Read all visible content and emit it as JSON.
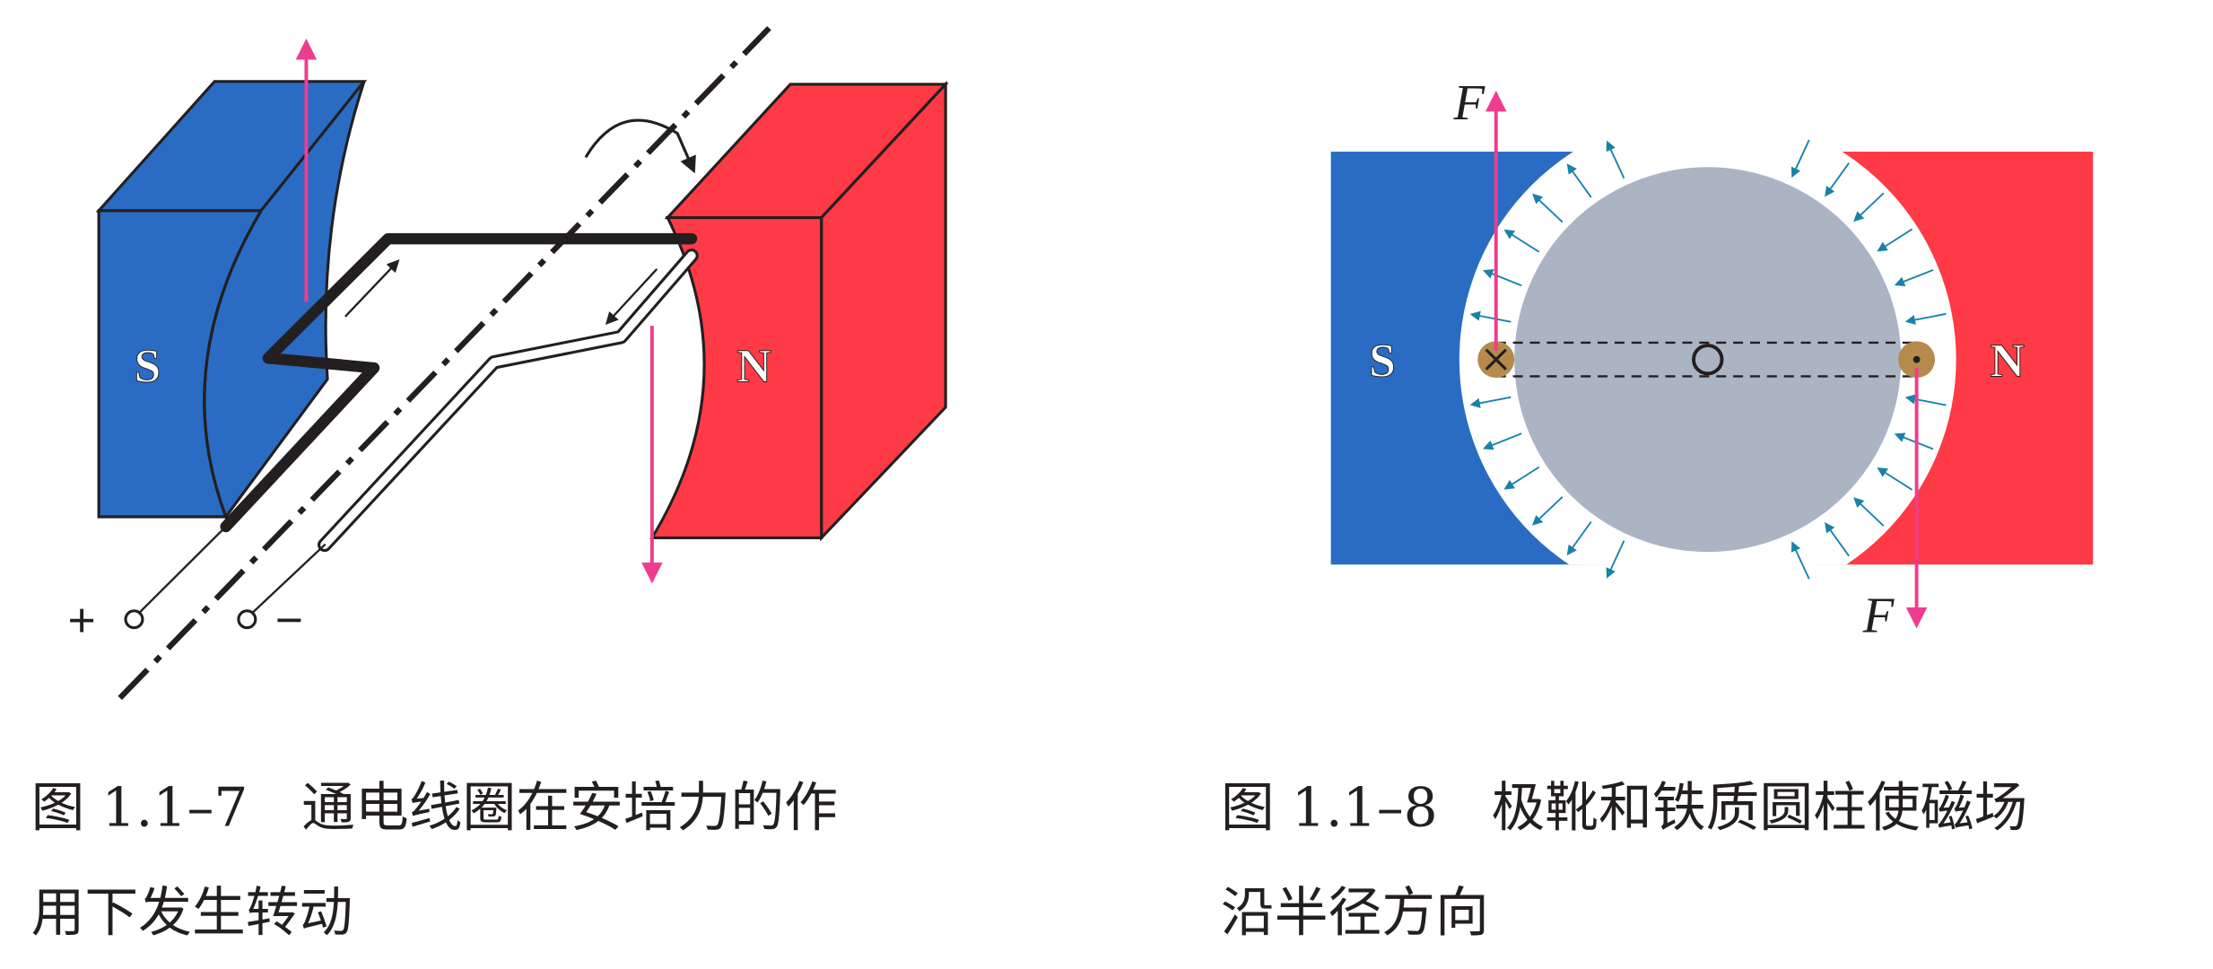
{
  "colors": {
    "south_pole": "#2a6cc4",
    "north_pole": "#fd3a45",
    "force_arrow": "#ee3d8f",
    "field_arrow": "#1a82a8",
    "iron_cylinder": "#aab4c2",
    "conductor": "#b58a4c"
  },
  "figure1": {
    "south_label": "S",
    "north_label": "N",
    "plus_label": "+",
    "minus_label": "−",
    "caption_line1": "图 1.1–7　通电线圈在安培力的作",
    "caption_line2": "用下发生转动"
  },
  "figure2": {
    "south_label": "S",
    "north_label": "N",
    "force_label_top": "F",
    "force_label_bottom": "F",
    "caption_line1": "图 1.1–8　极靴和铁质圆柱使磁场",
    "caption_line2": "沿半径方向"
  }
}
